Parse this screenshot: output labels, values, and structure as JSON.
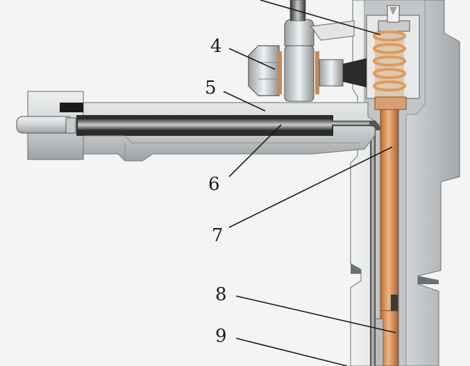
{
  "diagram": {
    "callouts": [
      {
        "id": "4",
        "label": "4"
      },
      {
        "id": "5",
        "label": "5"
      },
      {
        "id": "6",
        "label": "6"
      },
      {
        "id": "7",
        "label": "7"
      },
      {
        "id": "8",
        "label": "8"
      },
      {
        "id": "9",
        "label": "9"
      }
    ],
    "colors": {
      "background": "#f4f4f4",
      "body_metal": "#d3d6d8",
      "body_shadow": "#a9adb0",
      "copper": "#c98a55",
      "spring": "#e1a15d",
      "dark": "#2a2a2a"
    }
  }
}
